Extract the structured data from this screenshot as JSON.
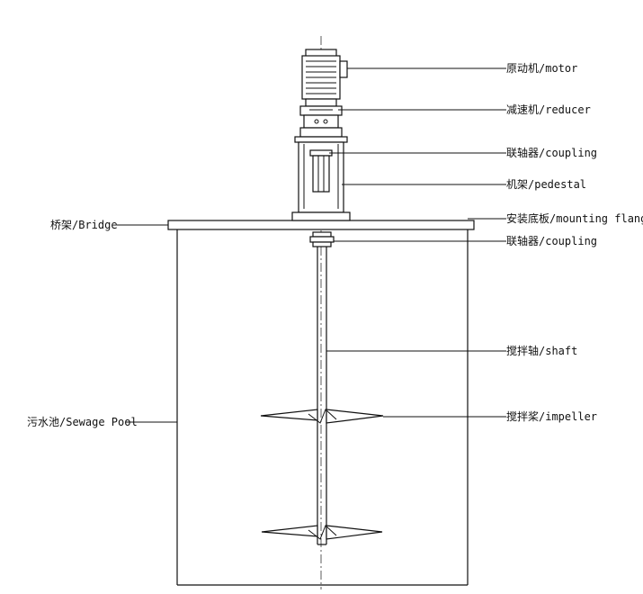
{
  "labels": {
    "motor": "原动机/motor",
    "reducer": "减速机/reducer",
    "coupling_top": "联轴器/coupling",
    "pedestal": "机架/pedestal",
    "mounting_flange": "安装底板/mounting flange",
    "coupling_bottom": "联轴器/coupling",
    "shaft": "搅拌轴/shaft",
    "impeller": "搅拌桨/impeller",
    "bridge": "桥架/Bridge",
    "sewage_pool": "污水池/Sewage Pool"
  }
}
